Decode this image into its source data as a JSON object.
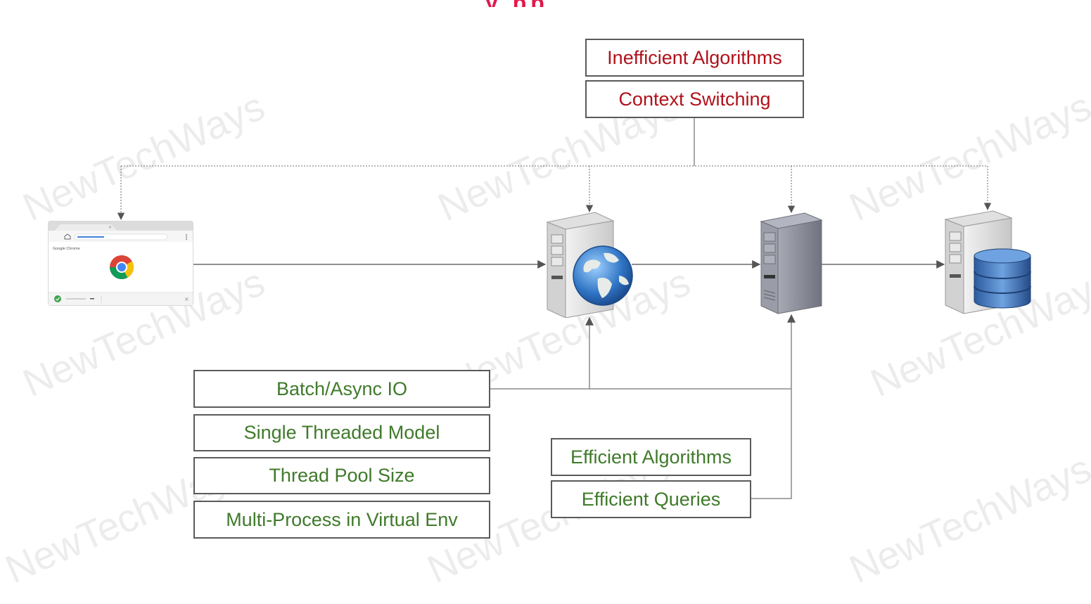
{
  "title_fragment": "y   pp",
  "watermark": "NewTechWays",
  "browser": {
    "brand": "Google Chrome",
    "icons": [
      "home-icon",
      "menu-dots-icon",
      "chrome-logo-icon",
      "check-icon",
      "close-icon"
    ]
  },
  "components": [
    {
      "name": "web-server",
      "icon": "server-globe-icon"
    },
    {
      "name": "app-server",
      "icon": "server-icon"
    },
    {
      "name": "database-server",
      "icon": "server-database-icon"
    }
  ],
  "top_issues": [
    "Inefficient Algorithms",
    "Context Switching"
  ],
  "left_solutions": [
    "Batch/Async IO",
    "Single Threaded Model",
    "Thread Pool Size",
    "Multi-Process in Virtual Env"
  ],
  "right_solutions": [
    "Efficient Algorithms",
    "Efficient Queries"
  ],
  "colors": {
    "problem": "#b0121b",
    "solution": "#3f7a2a",
    "connector": "#8a8a8a",
    "title": "#e3184b"
  }
}
